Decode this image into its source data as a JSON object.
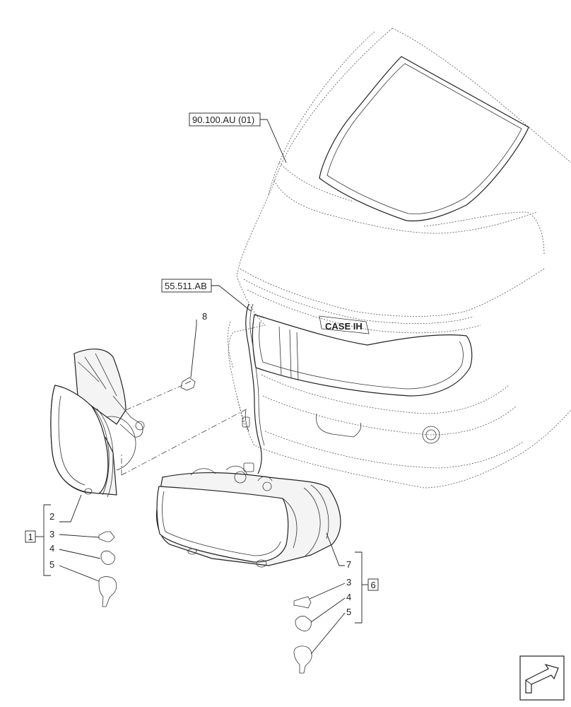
{
  "labels": {
    "ref_hood": "90.100.AU (01)",
    "ref_harness": "55.511.AB",
    "box_left": "1",
    "box_right": "6",
    "left_items": [
      "2",
      "3",
      "4",
      "5"
    ],
    "right_items": [
      "7",
      "3",
      "4",
      "5"
    ],
    "bolt": "8",
    "brand": "CASE IH"
  },
  "icons": {
    "nav": "arrow-navigation-icon"
  }
}
